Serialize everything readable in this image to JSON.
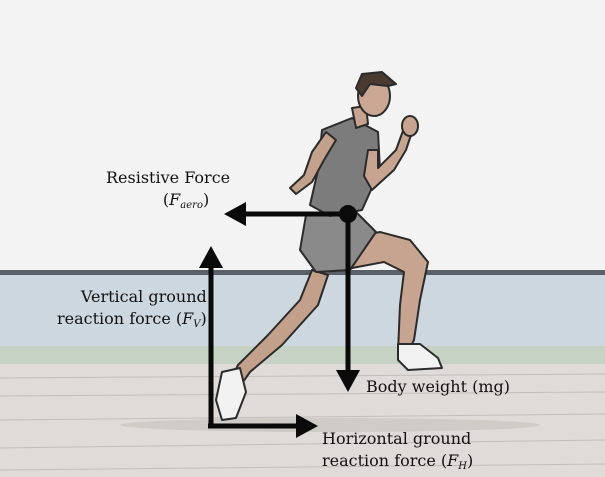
{
  "labels": {
    "resistive_force": {
      "line1": "Resistive Force",
      "symbol": "F",
      "subscript": "aero"
    },
    "vertical_grf": {
      "line1": "Vertical ground",
      "line2": "reaction force",
      "symbol": "F",
      "subscript": "V"
    },
    "body_weight": {
      "text": "Body weight (mg)"
    },
    "horizontal_grf": {
      "line1": "Horizontal ground",
      "line2": "reaction force",
      "symbol": "F",
      "subscript": "H"
    }
  },
  "colors": {
    "sky": "#f4f4f4",
    "wall": "#cfd8e0",
    "wall_top": "#5a6068",
    "grass": "#c3d0c2",
    "track": "#dedbd9",
    "arrow": "#0a0a0a",
    "figure": "#3a3a3a"
  }
}
